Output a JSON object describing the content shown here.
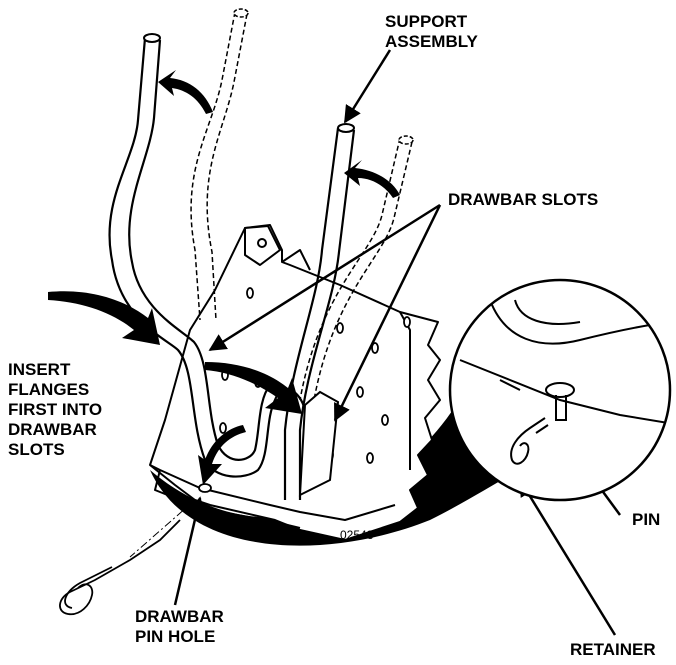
{
  "labels": {
    "support_assembly": [
      "SUPPORT",
      "ASSEMBLY"
    ],
    "drawbar_slots": "DRAWBAR SLOTS",
    "insert_flanges": [
      "INSERT",
      "FLANGES",
      "FIRST INTO",
      "DRAWBAR",
      "SLOTS"
    ],
    "drawbar_pin_hole": [
      "DRAWBAR",
      "PIN HOLE"
    ],
    "pin": "PIN",
    "retainer": "RETAINER",
    "figure_code": "02543"
  },
  "colors": {
    "ink": "#000000",
    "paper": "#ffffff"
  }
}
